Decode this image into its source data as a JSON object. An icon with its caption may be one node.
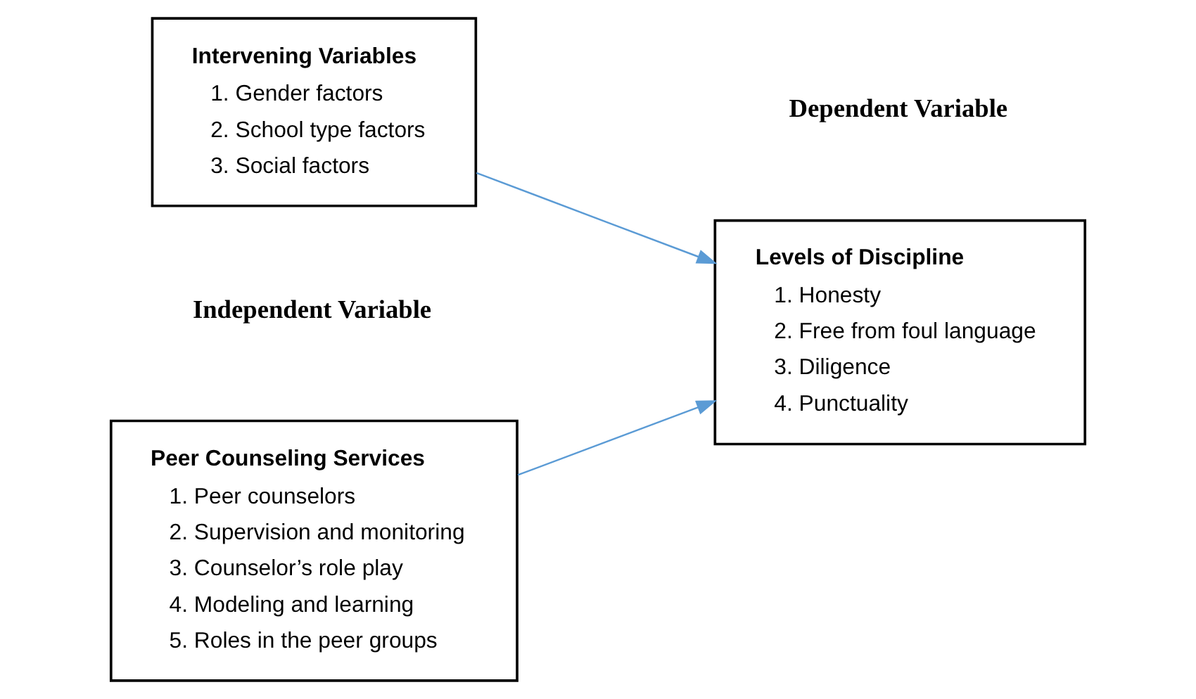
{
  "diagram": {
    "nodes": [
      {
        "text": [
          "Peer Counseling Services",
          "1. Peer counselors",
          "2. Supervision and monitoring",
          "3. Counselor’s role play",
          "4. Modeling and learning",
          "5. Roles in the peer groups"
        ]
      },
      {
        "text": [
          "Levels of Discipline",
          "1. Honesty",
          "2. Free from foul language",
          "3. Diligence",
          "4. Punctuality"
        ]
      },
      {
        "text": [
          "Intervening Variables",
          "1. Gender factors",
          "2. School type factors",
          "3. Social factors"
        ]
      }
    ],
    "edges": [
      {
        "from": 0,
        "to": 1,
        "arrow": "to",
        "color": "#5b9bd5"
      },
      {
        "from": 2,
        "to": 1,
        "arrow": "to",
        "color": "#5b9bd5"
      }
    ],
    "labels": [
      "Independent Variable",
      "Dependent Variable"
    ]
  }
}
